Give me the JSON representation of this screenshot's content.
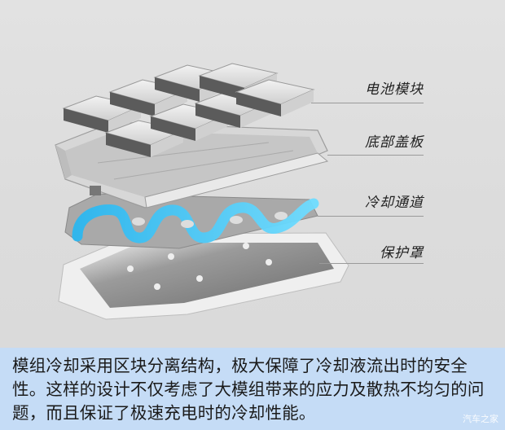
{
  "diagram": {
    "type": "exploded battery pack illustration",
    "labels": [
      {
        "text": "电池模块",
        "meaning": "battery modules"
      },
      {
        "text": "底部盖板",
        "meaning": "bottom cover plate"
      },
      {
        "text": "冷却通道",
        "meaning": "cooling channel"
      },
      {
        "text": "保护罩",
        "meaning": "protective shield"
      }
    ],
    "colors": {
      "background": "#dedede",
      "coolant": "#3fc8f5",
      "leader_line": "#9a9a9a",
      "caption_bg": "#c5dcf6"
    }
  },
  "caption": {
    "text": "模组冷却采用区块分离结构，极大保障了冷却液流出时的安全性。这样的设计不仅考虑了大模组带来的应力及散热不均匀的问题，而且保证了极速充电时的冷却性能。"
  },
  "watermark": "汽车之家"
}
